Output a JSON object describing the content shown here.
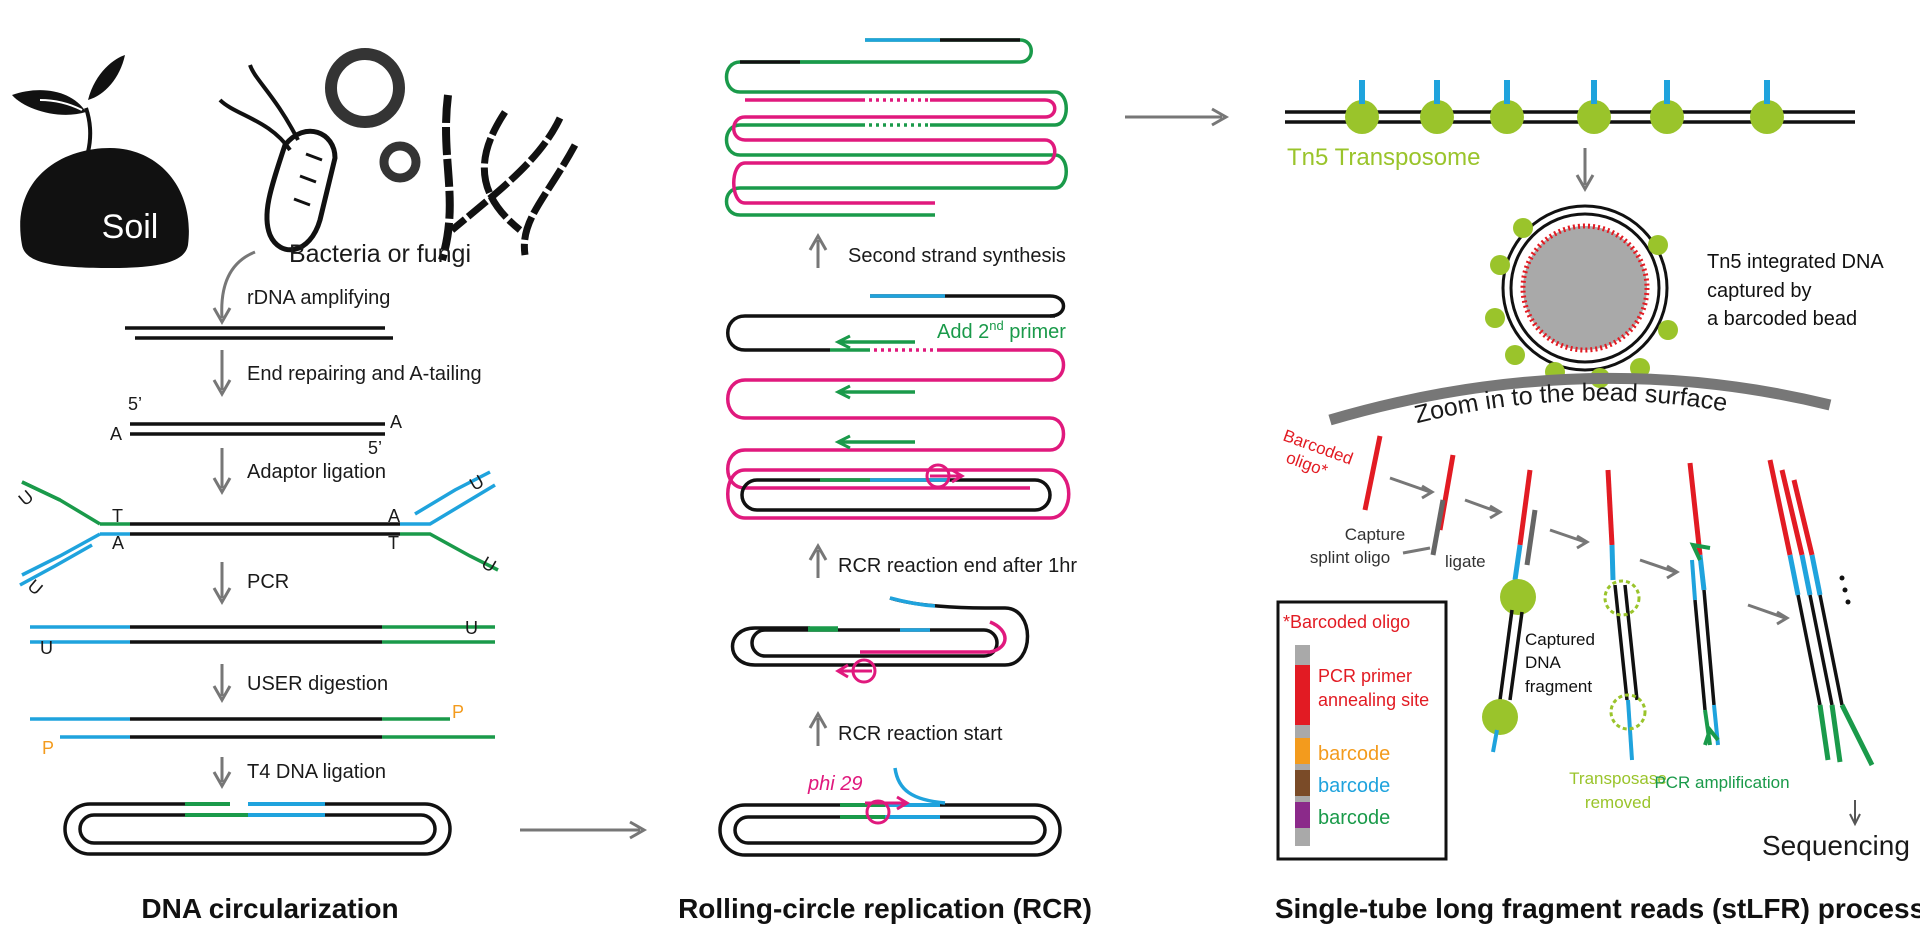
{
  "colors": {
    "black": "#111111",
    "blue": "#1fa3dd",
    "green": "#1a9a4a",
    "magenta": "#e0197d",
    "red": "#e21b23",
    "orange": "#f39b1d",
    "brown": "#7a4b28",
    "purple": "#8b2a8a",
    "gray": "#777777",
    "tn5": "#9ac42b"
  },
  "panel1": {
    "title": "DNA circularization",
    "soil": "Soil",
    "microbes": "Bacteria or fungi",
    "steps": [
      "rDNA amplifying",
      "End repairing and A-tailing",
      "Adaptor ligation",
      "PCR",
      "USER digestion",
      "T4 DNA ligation"
    ],
    "end5a": "5’",
    "end5b": "5’",
    "baseA": "A",
    "baseT": "T",
    "baseU": "U",
    "phos": "P"
  },
  "panel2": {
    "title": "Rolling-circle replication (RCR)",
    "steps": [
      "Second strand synthesis",
      "RCR reaction end after 1hr",
      "RCR reaction start"
    ],
    "primer_prefix": "Add 2",
    "primer_sup": "nd",
    "primer_suffix": " primer",
    "enzyme": "phi 29"
  },
  "panel3": {
    "title": "Single-tube long fragment reads (stLFR) process",
    "tn5": "Tn5 Transposome",
    "captured": [
      "Tn5 integrated DNA",
      "captured by",
      "a barcoded bead"
    ],
    "zoom": "Zoom in to the bead surface",
    "barcoded_oligo": [
      "Barcoded",
      "oligo*"
    ],
    "capture_splint": [
      "Capture",
      "splint oligo"
    ],
    "ligate": "ligate",
    "fragment": [
      "Captured",
      "DNA",
      "fragment"
    ],
    "removed": [
      "Transposase",
      "removed"
    ],
    "pcr_amp": "PCR amplification",
    "sequencing": "Sequencing",
    "legend": {
      "title": "*Barcoded oligo",
      "items": [
        "PCR primer",
        "annealing site",
        "barcode",
        "barcode",
        "barcode"
      ]
    }
  }
}
